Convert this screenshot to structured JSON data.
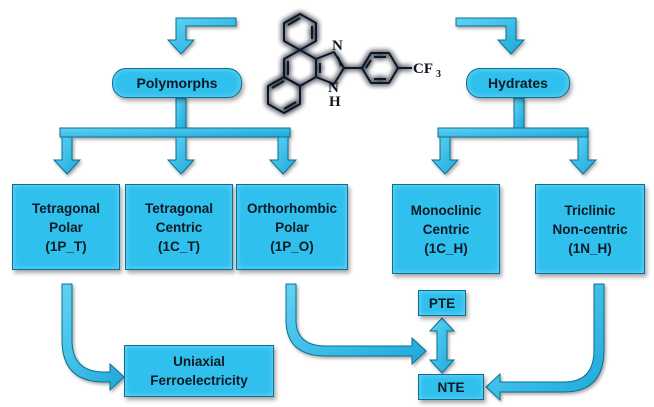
{
  "molecule": {
    "n_label": "N",
    "nh_label": "N",
    "h_label": "H",
    "substituent": "CF",
    "substituent_sub": "3"
  },
  "nodes": {
    "polymorphs": "Polymorphs",
    "hydrates": "Hydrates",
    "tetragonal_polar": [
      "Tetragonal",
      "Polar",
      "(1P_T)"
    ],
    "tetragonal_centric": [
      "Tetragonal",
      "Centric",
      "(1C_T)"
    ],
    "orthorhombic_polar": [
      "Orthorhombic",
      "Polar",
      "(1P_O)"
    ],
    "monoclinic_centric": [
      "Monoclinic",
      "Centric",
      "(1C_H)"
    ],
    "triclinic_noncentric": [
      "Triclinic",
      "Non-centric",
      "(1N_H)"
    ],
    "uniaxial": [
      "Uniaxial",
      "Ferroelectricity"
    ],
    "pte": "PTE",
    "nte": "NTE"
  },
  "colors": {
    "box_fill": "#2fc0ee",
    "box_border": "#0b6f93",
    "arrow_fill": "#2ab6e6",
    "molecule_glow": "#4cc7f2"
  }
}
